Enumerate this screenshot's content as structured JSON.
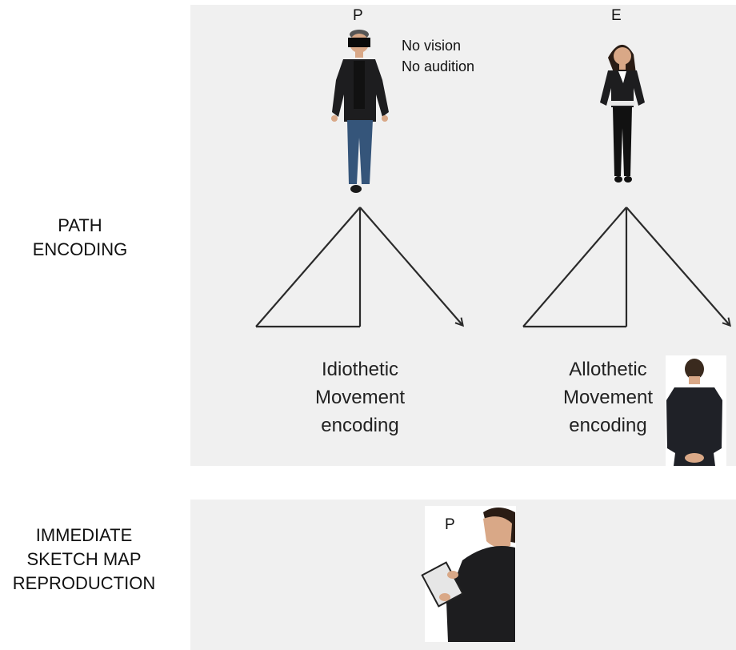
{
  "labels": {
    "path_encoding": "PATH\nENCODING",
    "sketch_map": "IMMEDIATE\nSKETCH MAP\nREPRODUCTION"
  },
  "participant_top": {
    "letter": "P",
    "note": "No vision\nNo audition"
  },
  "experimenter_top": {
    "letter": "E"
  },
  "captions": {
    "idiothetic": "Idiothetic\nMovement\nencoding",
    "allothetic": "Allothetic\nMovement\nencoding"
  },
  "participant_bottom": {
    "letter": "P"
  },
  "colors": {
    "panel": "#f0f0f0",
    "path_line": "#2a2a2a",
    "jacket": "#1d1d1f",
    "jeans": "#35557a",
    "skin": "#d9a887",
    "hair": "#2a1c14"
  }
}
